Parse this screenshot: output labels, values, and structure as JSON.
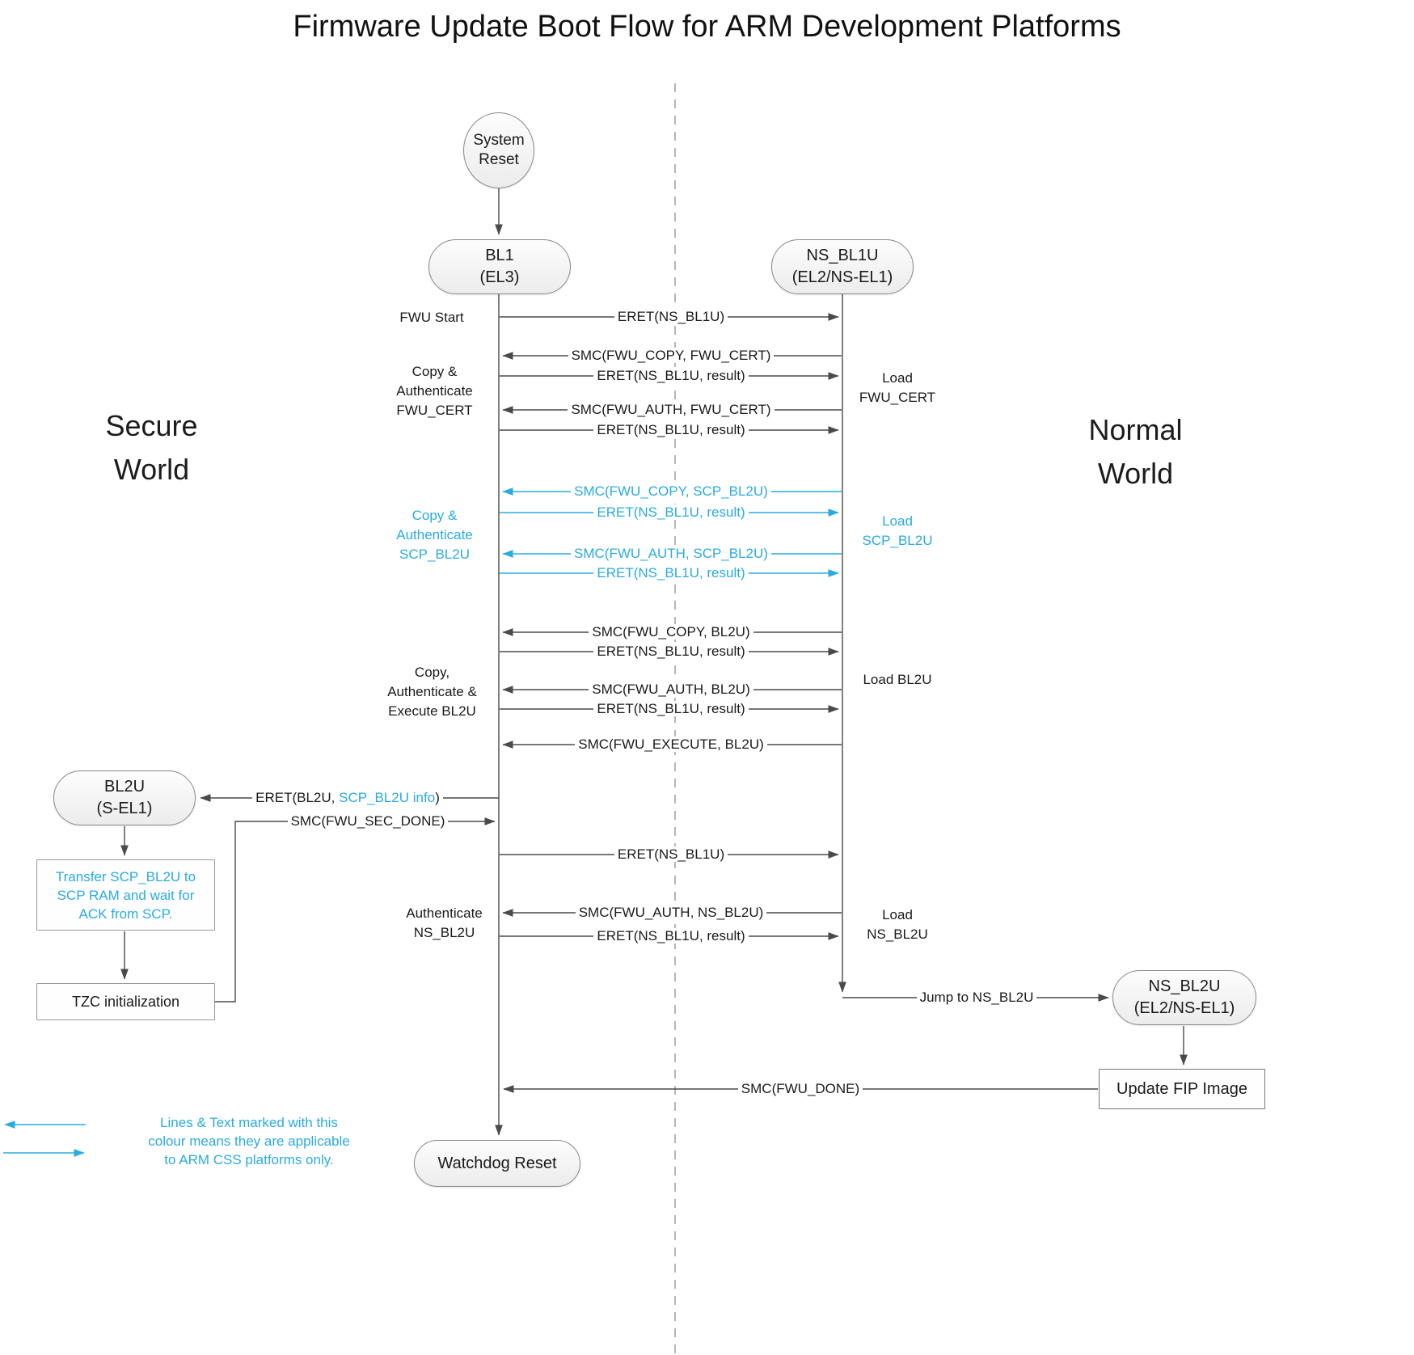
{
  "title": "Firmware Update Boot Flow for ARM Development Platforms",
  "colors": {
    "accent": "#29ABE2",
    "line": "#4a4a4a"
  },
  "worlds": {
    "secure": [
      "Secure",
      "World"
    ],
    "normal": [
      "Normal",
      "World"
    ]
  },
  "nodes": {
    "system_reset": [
      "System",
      "Reset"
    ],
    "bl1": [
      "BL1",
      "(EL3)"
    ],
    "ns_bl1u": [
      "NS_BL1U",
      "(EL2/NS-EL1)"
    ],
    "bl2u": [
      "BL2U",
      "(S-EL1)"
    ],
    "ns_bl2u": [
      "NS_BL2U",
      "(EL2/NS-EL1)"
    ],
    "watchdog_reset": "Watchdog Reset",
    "transfer_scp": "Transfer SCP_BL2U to SCP RAM and wait for ACK from SCP.",
    "tzc_init": "TZC initialization",
    "update_fip": "Update FIP Image"
  },
  "messages": {
    "fwu_start": "FWU Start",
    "eret_ns_bl1u": "ERET(NS_BL1U)",
    "eret_result": "ERET(NS_BL1U, result)",
    "smc_copy_fwu_cert": "SMC(FWU_COPY, FWU_CERT)",
    "smc_auth_fwu_cert": "SMC(FWU_AUTH, FWU_CERT)",
    "smc_copy_scp_bl2u": "SMC(FWU_COPY, SCP_BL2U)",
    "smc_auth_scp_bl2u": "SMC(FWU_AUTH, SCP_BL2U)",
    "smc_copy_bl2u": "SMC(FWU_COPY, BL2U)",
    "smc_auth_bl2u": "SMC(FWU_AUTH, BL2U)",
    "smc_execute_bl2u": "SMC(FWU_EXECUTE, BL2U)",
    "eret_bl2u_prefix": "ERET(BL2U, ",
    "eret_bl2u_highlight": "SCP_BL2U info",
    "eret_bl2u_suffix": ")",
    "smc_sec_done": "SMC(FWU_SEC_DONE)",
    "smc_auth_ns_bl2u": "SMC(FWU_AUTH, NS_BL2U)",
    "jump_ns_bl2u": "Jump to NS_BL2U",
    "smc_fwu_done": "SMC(FWU_DONE)"
  },
  "annotations": {
    "copy_auth_fwu_cert": [
      "Copy &",
      "Authenticate",
      "FWU_CERT"
    ],
    "load_fwu_cert": [
      "Load",
      "FWU_CERT"
    ],
    "copy_auth_scp_bl2u": [
      "Copy &",
      "Authenticate",
      "SCP_BL2U"
    ],
    "load_scp_bl2u": [
      "Load",
      "SCP_BL2U"
    ],
    "copy_auth_exec_bl2u": [
      "Copy,",
      "Authenticate &",
      "Execute BL2U"
    ],
    "load_bl2u": "Load BL2U",
    "authenticate_ns_bl2u": [
      "Authenticate",
      "NS_BL2U"
    ],
    "load_ns_bl2u": [
      "Load",
      "NS_BL2U"
    ]
  },
  "legend": [
    "Lines & Text marked with this",
    "colour means they are applicable",
    "to ARM CSS platforms only."
  ]
}
